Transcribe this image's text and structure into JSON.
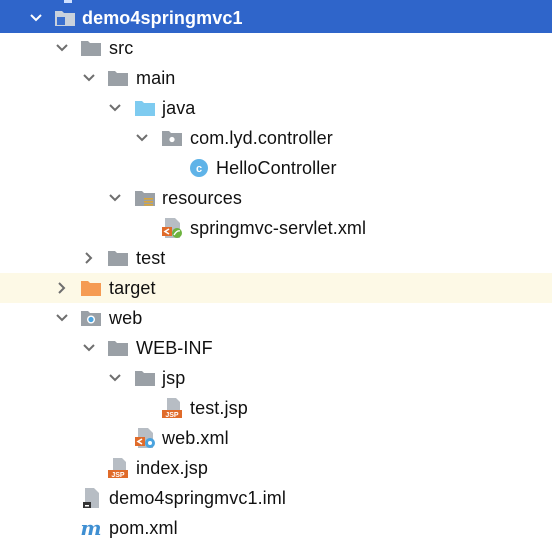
{
  "colors": {
    "selection": "#2f65ca",
    "hover_row": "#fdf9e6",
    "folder_gray": "#9aa0a6",
    "folder_blue": "#7ecbf0",
    "folder_orange": "#f59b53",
    "class_badge": "#5fb3e8",
    "jsp_badge": "#e06b2a"
  },
  "tree": [
    {
      "label": "demo4springmvc1",
      "icon": "module-folder-icon",
      "arrow": "expanded",
      "state": "selected"
    },
    {
      "label": "src",
      "icon": "folder-icon",
      "arrow": "expanded"
    },
    {
      "label": "main",
      "icon": "folder-icon",
      "arrow": "expanded"
    },
    {
      "label": "java",
      "icon": "source-folder-icon",
      "arrow": "expanded"
    },
    {
      "label": "com.lyd.controller",
      "icon": "package-icon",
      "arrow": "expanded"
    },
    {
      "label": "HelloController",
      "icon": "class-icon",
      "arrow": "none"
    },
    {
      "label": "resources",
      "icon": "resources-folder-icon",
      "arrow": "expanded"
    },
    {
      "label": "springmvc-servlet.xml",
      "icon": "spring-xml-icon",
      "arrow": "none"
    },
    {
      "label": "test",
      "icon": "folder-icon",
      "arrow": "collapsed"
    },
    {
      "label": "target",
      "icon": "excluded-folder-icon",
      "arrow": "collapsed",
      "state": "hover"
    },
    {
      "label": "web",
      "icon": "web-folder-icon",
      "arrow": "expanded"
    },
    {
      "label": "WEB-INF",
      "icon": "folder-icon",
      "arrow": "expanded"
    },
    {
      "label": "jsp",
      "icon": "folder-icon",
      "arrow": "expanded"
    },
    {
      "label": "test.jsp",
      "icon": "jsp-file-icon",
      "arrow": "none",
      "badge": "JSP"
    },
    {
      "label": "web.xml",
      "icon": "web-xml-icon",
      "arrow": "none"
    },
    {
      "label": "index.jsp",
      "icon": "jsp-file-icon",
      "arrow": "none",
      "badge": "JSP"
    },
    {
      "label": "demo4springmvc1.iml",
      "icon": "iml-file-icon",
      "arrow": "none"
    },
    {
      "label": "pom.xml",
      "icon": "maven-pom-icon",
      "arrow": "none",
      "badge": "m"
    }
  ]
}
